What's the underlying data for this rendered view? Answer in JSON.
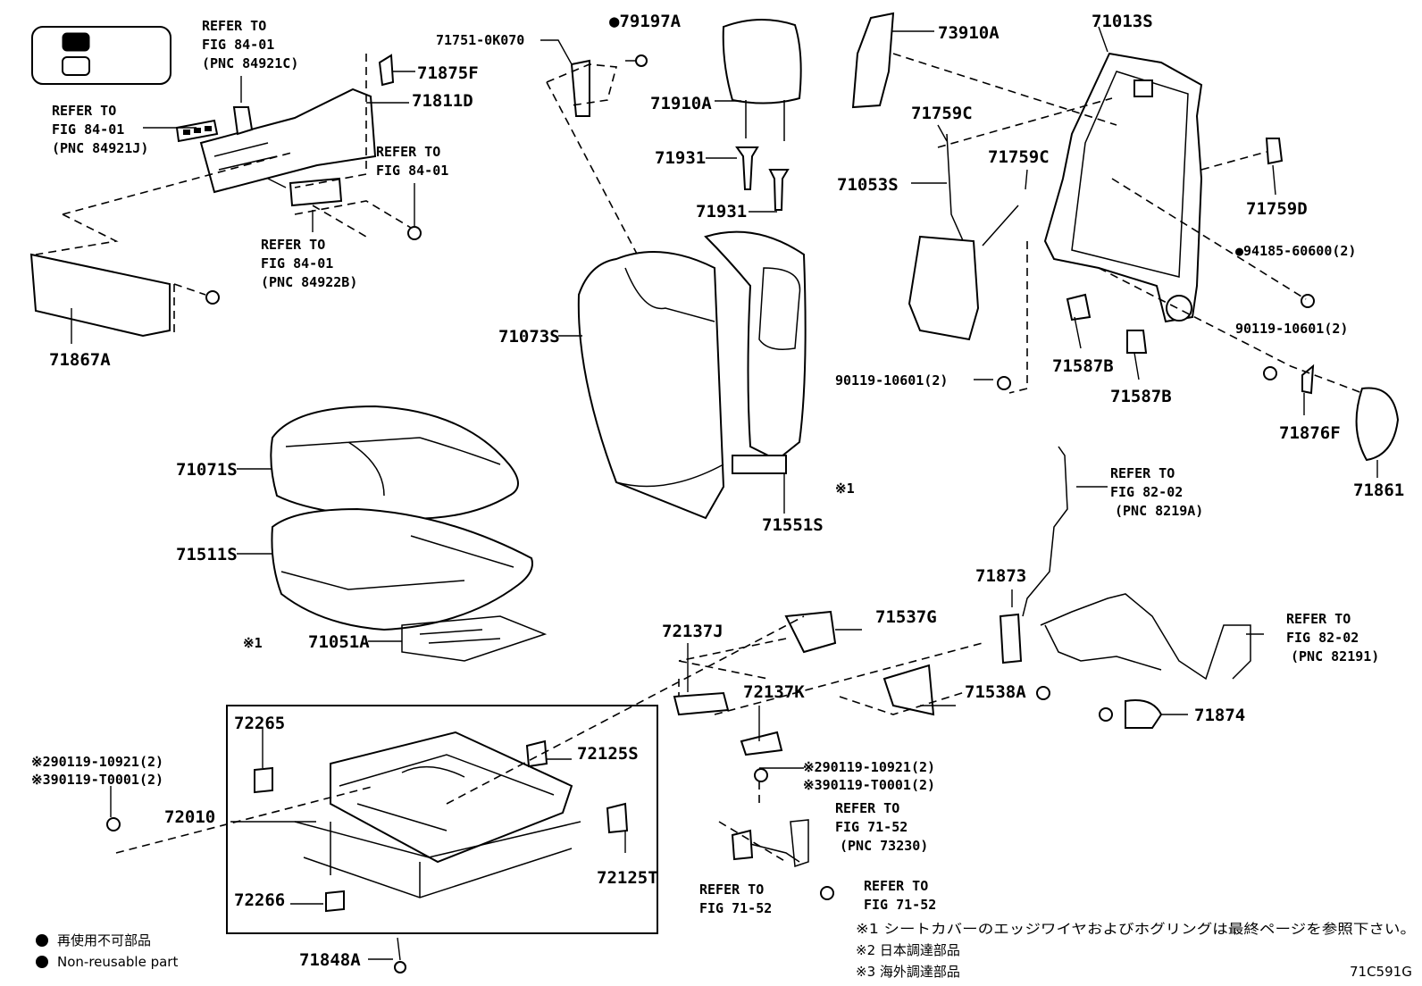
{
  "legend": {
    "items": [
      {
        "fill": "#000000"
      },
      {
        "fill": "#ffffff"
      }
    ]
  },
  "labels": {
    "p79197A": "●79197A",
    "p71751": "71751-0K070",
    "p73910A": "73910A",
    "p71013S": "71013S",
    "p71875F": "71875F",
    "p71811D": "71811D",
    "p71910A": "71910A",
    "p71759C_a": "71759C",
    "p71759C_b": "71759C",
    "p71931_a": "71931",
    "p71931_b": "71931",
    "p71053S": "71053S",
    "p71759D": "71759D",
    "p94185": "●94185-60600(2)",
    "p90119_a": "90119-10601(2)",
    "p90119_b": "90119-10601(2)",
    "p71587B_a": "71587B",
    "p71587B_b": "71587B",
    "p71876F": "71876F",
    "p71861": "71861",
    "p71867A": "71867A",
    "p71073S": "71073S",
    "p71071S": "71071S",
    "p71511S": "71511S",
    "p71551S": "71551S",
    "p71051A": "71051A",
    "p71873": "71873",
    "p72137J": "72137J",
    "p71537G": "71537G",
    "p72137K": "72137K",
    "p71538A": "71538A",
    "p71874": "71874",
    "p72265": "72265",
    "p72125S": "72125S",
    "p72010": "72010",
    "p72266": "72266",
    "p72125T": "72125T",
    "p71848A": "71848A",
    "bolt_left_1": "※290119-10921(2)",
    "bolt_left_2": "※390119-T0001(2)",
    "bolt_mid_1": "※290119-10921(2)",
    "bolt_mid_2": "※390119-T0001(2)",
    "mark1_a": "※1",
    "mark1_b": "※1"
  },
  "refs": {
    "r1": [
      "REFER TO",
      "FIG 84-01",
      "(PNC 84921C)"
    ],
    "r2": [
      "REFER TO",
      "FIG 84-01",
      "(PNC 84921J)"
    ],
    "r3": [
      "REFER TO",
      "FIG 84-01"
    ],
    "r4": [
      "REFER TO",
      "FIG 84-01",
      "(PNC 84922B)"
    ],
    "r5": [
      "REFER TO",
      "FIG 82-02",
      "(PNC 8219A)"
    ],
    "r6": [
      "REFER TO",
      "FIG 82-02",
      "(PNC 82191)"
    ],
    "r7": [
      "REFER TO",
      "FIG 71-52",
      "(PNC 73230)"
    ],
    "r8": [
      "REFER TO",
      "FIG 71-52"
    ],
    "r9": [
      "REFER TO",
      "FIG 71-52"
    ]
  },
  "footer": {
    "legend_jp": "再使用不可部品",
    "legend_en": "Non-reusable part",
    "note1": "※1 シートカバーのエッジワイヤおよびホグリングは最終ページを参照下さい。",
    "note2": "※2 日本調達部品",
    "note3": "※3 海外調達部品",
    "figure_code": "71C591G"
  }
}
